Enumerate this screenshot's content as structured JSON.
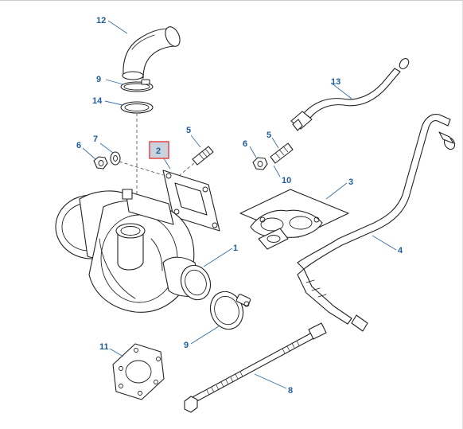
{
  "callouts": [
    {
      "id": "c12",
      "label": "12"
    },
    {
      "id": "c9a",
      "label": "9"
    },
    {
      "id": "c14",
      "label": "14"
    },
    {
      "id": "c7",
      "label": "7"
    },
    {
      "id": "c6a",
      "label": "6"
    },
    {
      "id": "c2",
      "label": "2",
      "highlighted": true
    },
    {
      "id": "c5a",
      "label": "5"
    },
    {
      "id": "c6b",
      "label": "6"
    },
    {
      "id": "c5b",
      "label": "5"
    },
    {
      "id": "c10",
      "label": "10"
    },
    {
      "id": "c13",
      "label": "13"
    },
    {
      "id": "c3",
      "label": "3"
    },
    {
      "id": "c4",
      "label": "4"
    },
    {
      "id": "c1",
      "label": "1"
    },
    {
      "id": "c9b",
      "label": "9"
    },
    {
      "id": "c11",
      "label": "11"
    },
    {
      "id": "c8",
      "label": "8"
    }
  ],
  "colors": {
    "callout_text": "#1d5d99",
    "highlight_fill": "#c8d3de",
    "highlight_border": "#e03c3c",
    "line": "#222222"
  }
}
